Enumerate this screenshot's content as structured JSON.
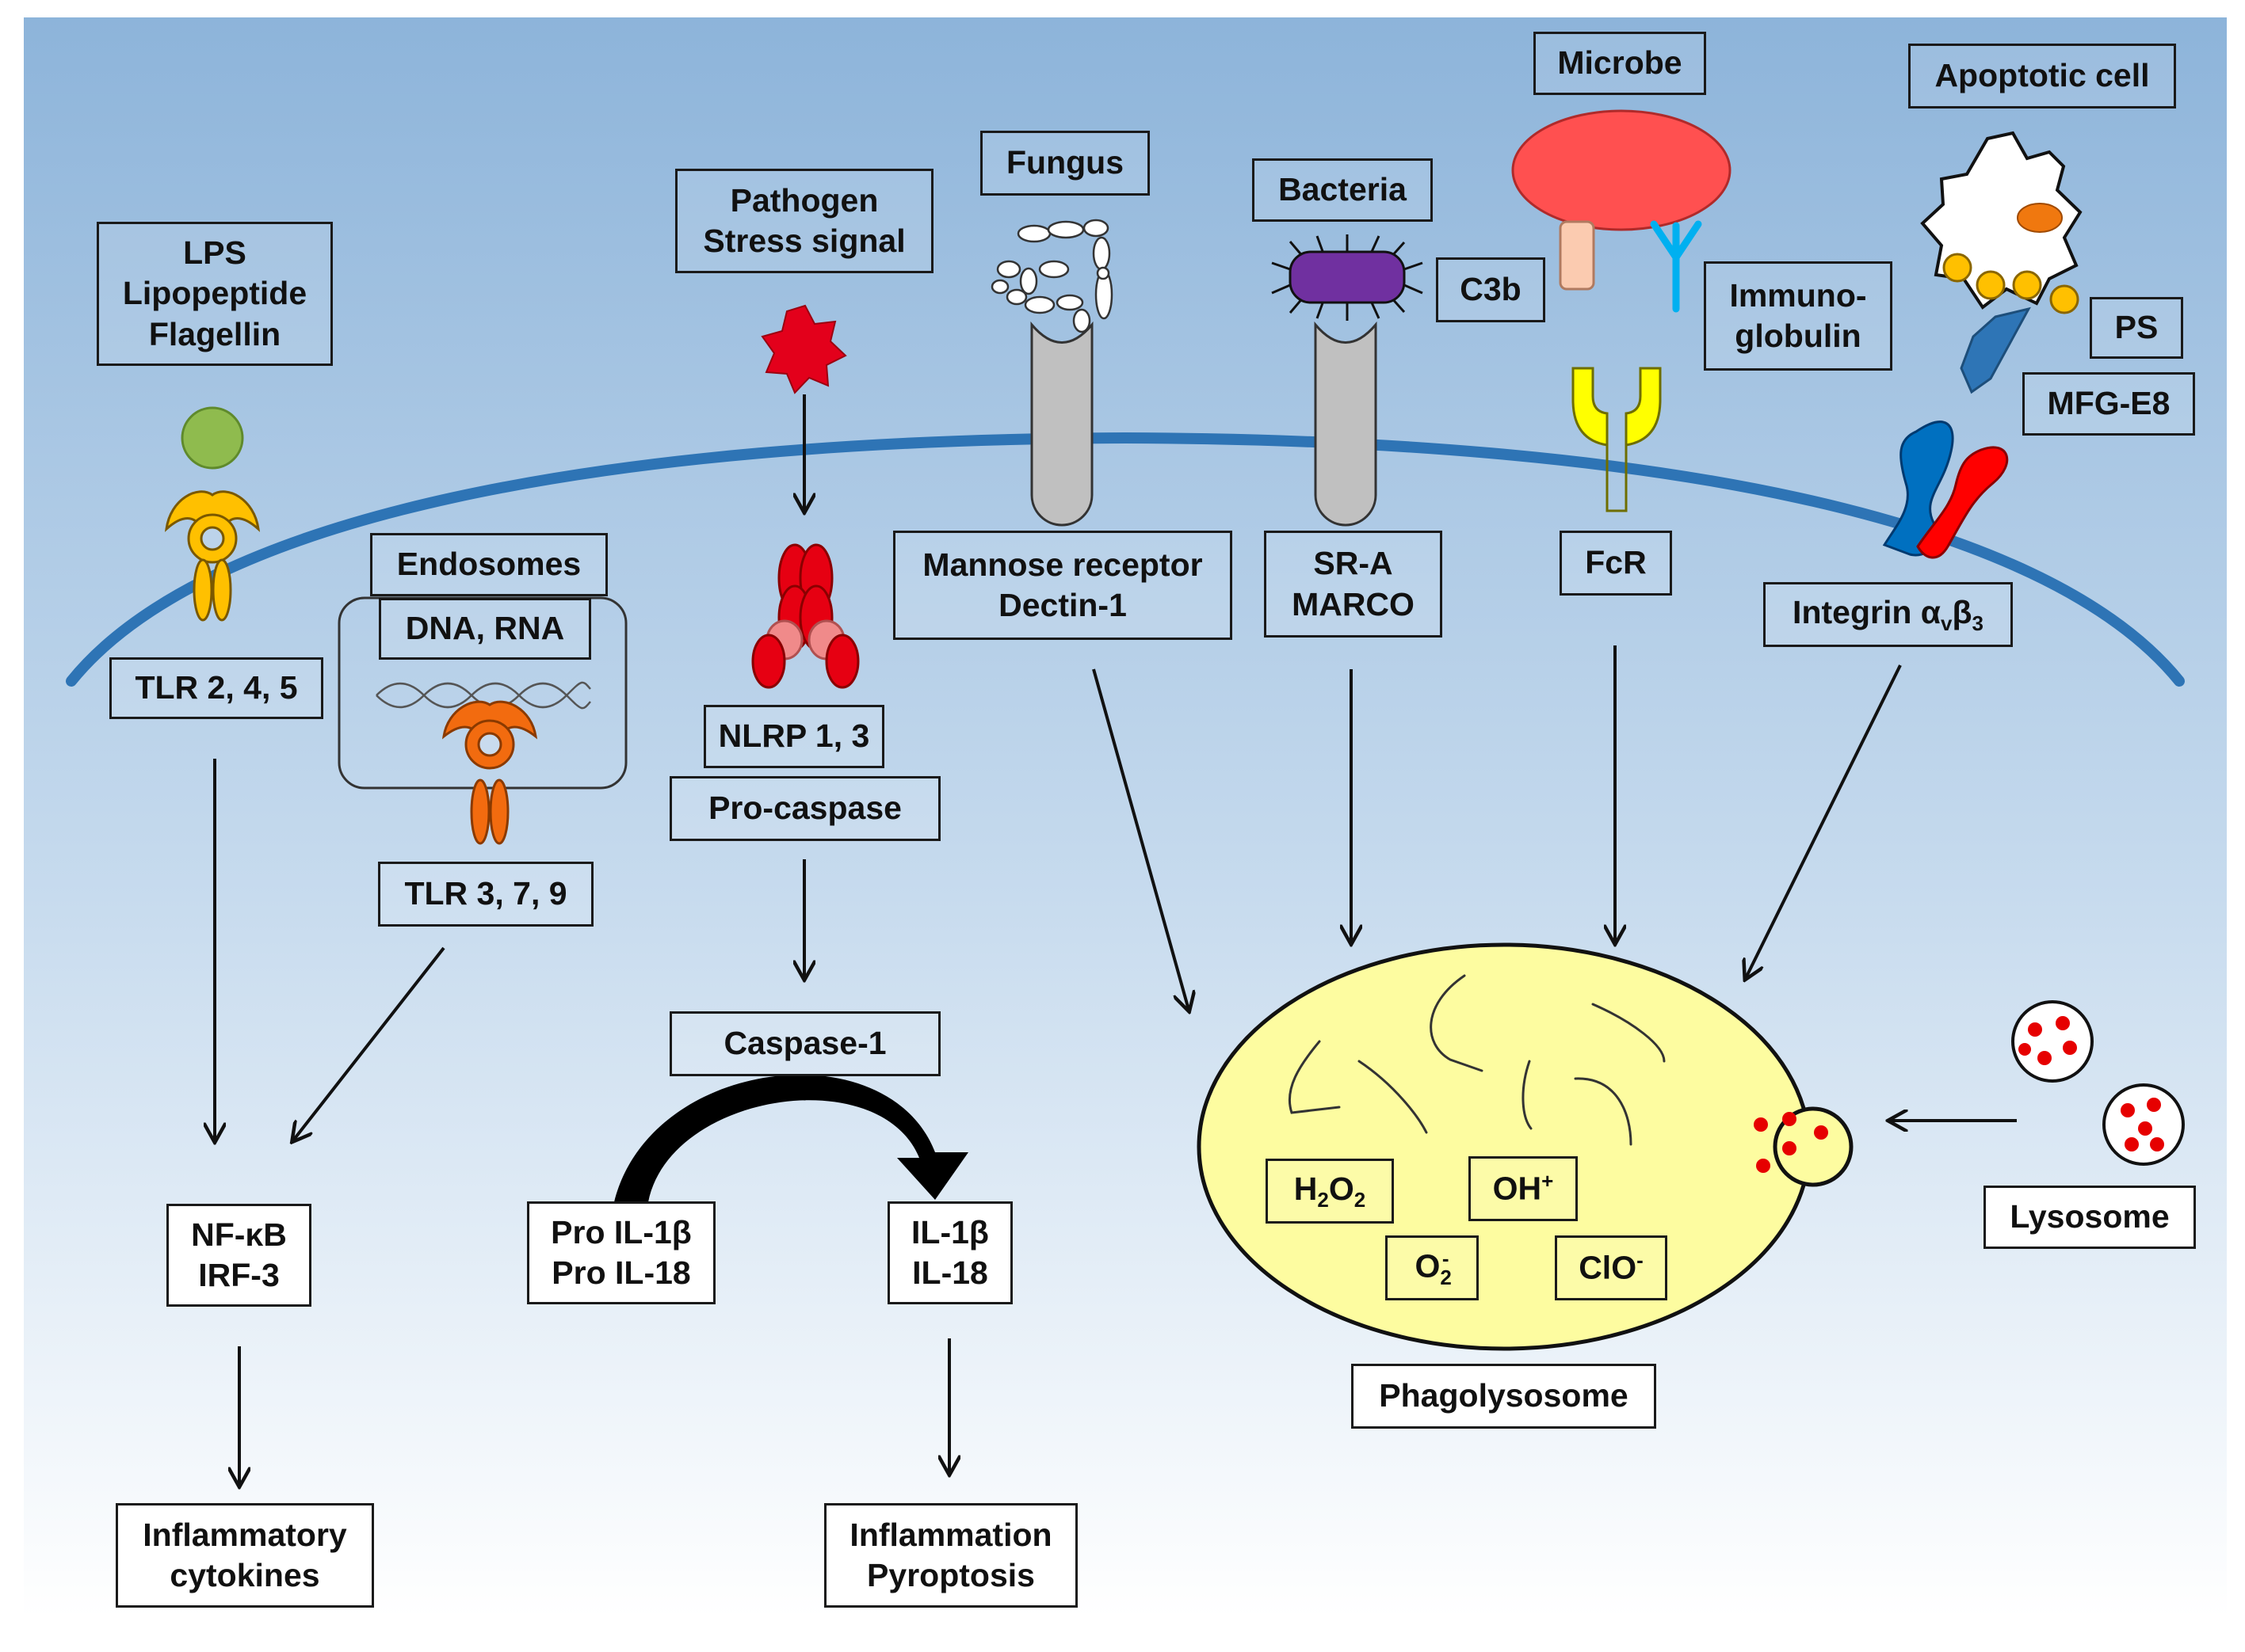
{
  "labels": {
    "lps": [
      "LPS",
      "Lipopeptide",
      "Flagellin"
    ],
    "tlr245": "TLR 2, 4, 5",
    "endosomes": "Endosomes",
    "dna_rna": "DNA, RNA",
    "tlr379": "TLR 3, 7, 9",
    "pathogen": [
      "Pathogen",
      "Stress signal"
    ],
    "nlrp": "NLRP 1, 3",
    "procaspase": "Pro-caspase",
    "caspase1": "Caspase-1",
    "pro_il": [
      "Pro IL-1β",
      "Pro IL-18"
    ],
    "il": [
      "IL-1β",
      "IL-18"
    ],
    "inflammation": [
      "Inflammation",
      "Pyroptosis"
    ],
    "nfkb": [
      "NF-κB",
      "IRF-3"
    ],
    "cytokines": [
      "Inflammatory",
      "cytokines"
    ],
    "fungus": "Fungus",
    "mannose": [
      "Mannose receptor",
      "Dectin-1"
    ],
    "bacteria": "Bacteria",
    "sra": [
      "SR-A",
      "MARCO"
    ],
    "microbe": "Microbe",
    "c3b": "C3b",
    "immuno": [
      "Immuno-",
      "globulin"
    ],
    "fcr": "FcR",
    "apoptotic": "Apoptotic cell",
    "ps": "PS",
    "mfge8": "MFG-E8",
    "integrin": {
      "base": "Integrin α",
      "sub1": "v",
      "mid": "β",
      "sub2": "3"
    },
    "h2o2": {
      "a": "H",
      "s1": "2",
      "b": "O",
      "s2": "2"
    },
    "ohplus": {
      "a": "OH",
      "sup": "+"
    },
    "o2minus": {
      "a": "O",
      "sub": "2",
      "sup": "-"
    },
    "clo": {
      "a": "ClO",
      "sup": "-"
    },
    "phagolysosome": "Phagolysosome",
    "lysosome": "Lysosome"
  },
  "colors": {
    "background_top": "#8db4da",
    "background_bottom": "#ffffff",
    "membrane": "#2e74b5",
    "tlr_surface": "#ffc000",
    "tlr_endosomal": "#f26b0f",
    "ligand_green": "#8fbb4e",
    "stress_signal": "#e3001b",
    "nlrp_red": "#e60012",
    "nlrp_pink": "#f08a8a",
    "receptor_gray": "#c0c0c0",
    "bacteria_purple": "#7030a0",
    "microbe_red": "#ff5050",
    "c3b_peach": "#fbcbb0",
    "immunoglobulin_cyan": "#00b0f0",
    "fcr_yellow": "#ffff00",
    "ps_gold": "#ffc000",
    "nucleus_orange": "#f0780f",
    "mfge8_blue": "#2e75b6",
    "integrin_blue": "#0070c0",
    "integrin_red": "#ff0000",
    "phagolysosome_yellow": "#fdfca0",
    "lysosome_granule": "#e60000"
  }
}
